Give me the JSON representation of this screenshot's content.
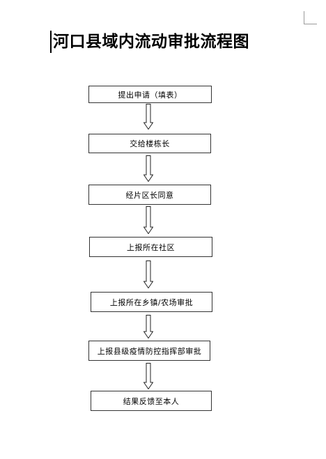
{
  "title": "河口县域内流动审批流程图",
  "steps": [
    "提出申请（填表）",
    "交给楼栋长",
    "经片区长同意",
    "上报所在社区",
    "上报所在乡镇/农场审批",
    "上报县级疫情防控指挥部审批",
    "结果反馈至本人"
  ],
  "icons": {
    "connector": "down-arrow-icon"
  }
}
